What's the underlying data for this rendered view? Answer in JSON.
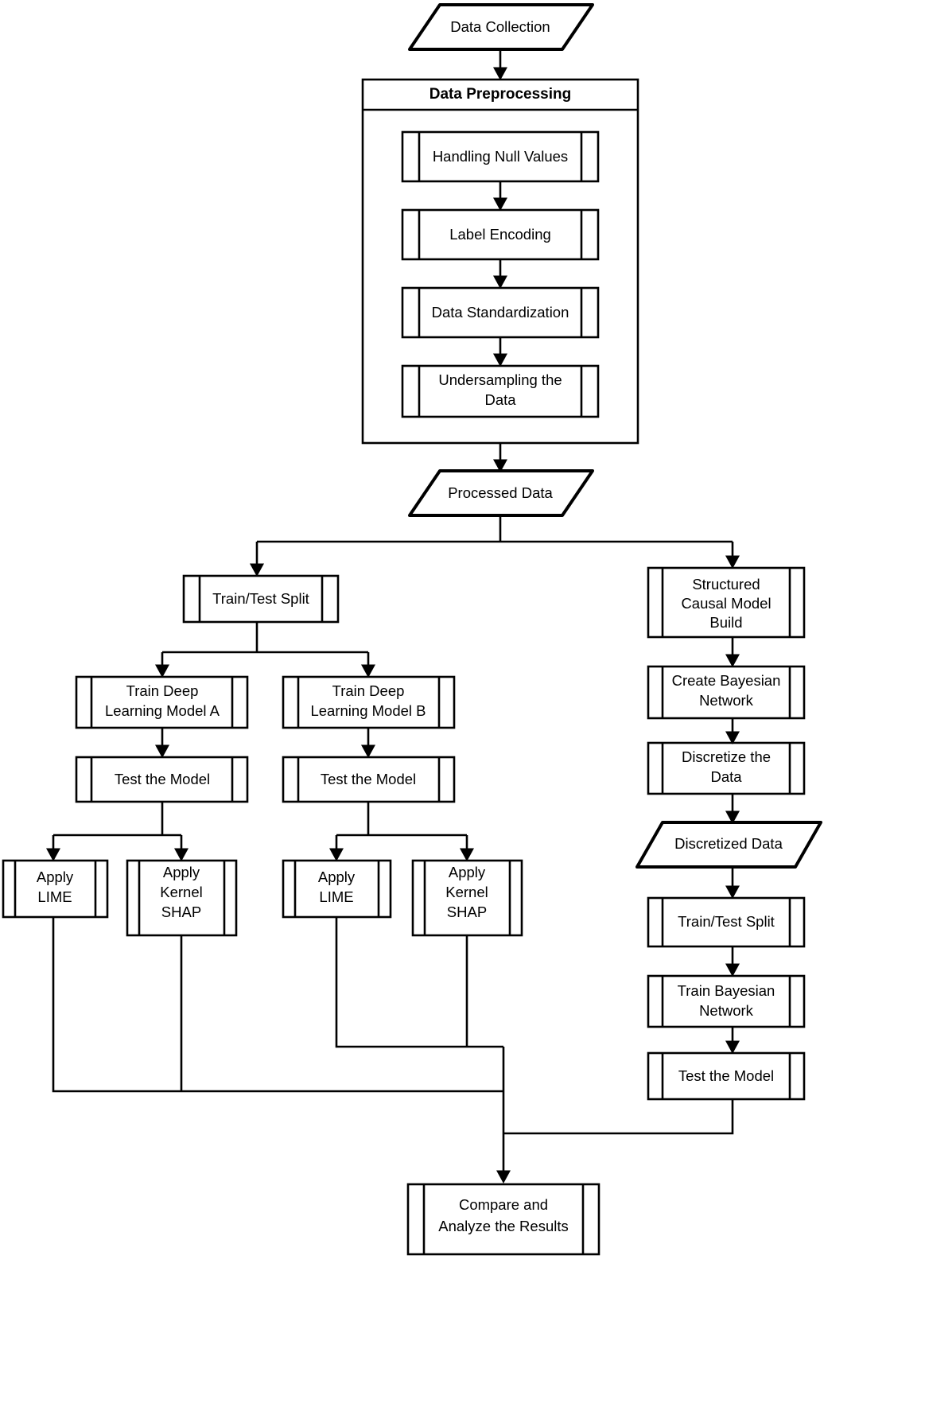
{
  "diagram": {
    "title_node": "Data Collection",
    "type": "flowchart",
    "orientation": "top-to-bottom",
    "background_color": "#ffffff",
    "line_color": "#000000",
    "text_color": "#000000"
  },
  "nodes": {
    "data_collection": {
      "label": "Data Collection",
      "shape": "parallelogram"
    },
    "data_preprocessing": {
      "label": "Data Preprocessing",
      "shape": "container"
    },
    "handling_null_values": {
      "label": "Handling Null Values",
      "shape": "predefined-process"
    },
    "label_encoding": {
      "label": "Label Encoding",
      "shape": "predefined-process"
    },
    "data_standardization": {
      "label": "Data Standardization",
      "shape": "predefined-process"
    },
    "undersampling_the_data": {
      "line1": "Undersampling the",
      "line2": "Data",
      "shape": "predefined-process"
    },
    "processed_data": {
      "label": "Processed Data",
      "shape": "parallelogram"
    },
    "train_test_split_left": {
      "label": "Train/Test Split",
      "shape": "predefined-process"
    },
    "train_model_a": {
      "line1": "Train Deep",
      "line2": "Learning Model A",
      "shape": "predefined-process"
    },
    "train_model_b": {
      "line1": "Train Deep",
      "line2": "Learning Model B",
      "shape": "predefined-process"
    },
    "test_the_model_a": {
      "label": "Test the Model",
      "shape": "predefined-process"
    },
    "test_the_model_b": {
      "label": "Test the Model",
      "shape": "predefined-process"
    },
    "apply_lime_a": {
      "line1": "Apply",
      "line2": "LIME",
      "shape": "predefined-process"
    },
    "apply_kernel_shap_a": {
      "line1": "Apply",
      "line2": "Kernel",
      "line3": "SHAP",
      "shape": "predefined-process"
    },
    "apply_lime_b": {
      "line1": "Apply",
      "line2": "LIME",
      "shape": "predefined-process"
    },
    "apply_kernel_shap_b": {
      "line1": "Apply",
      "line2": "Kernel",
      "line3": "SHAP",
      "shape": "predefined-process"
    },
    "structured_causal_model_build": {
      "line1": "Structured",
      "line2": "Causal Model",
      "line3": "Build",
      "shape": "predefined-process"
    },
    "create_bayesian_network": {
      "line1": "Create Bayesian",
      "line2": "Network",
      "shape": "predefined-process"
    },
    "discretize_the_data": {
      "line1": "Discretize the",
      "line2": "Data",
      "shape": "predefined-process"
    },
    "discretized_data": {
      "label": "Discretized Data",
      "shape": "parallelogram"
    },
    "train_test_split_right": {
      "label": "Train/Test Split",
      "shape": "predefined-process"
    },
    "train_bayesian_network": {
      "line1": "Train Bayesian",
      "line2": "Network",
      "shape": "predefined-process"
    },
    "test_the_model_bn": {
      "label": "Test the Model",
      "shape": "predefined-process"
    },
    "compare_and_analyze": {
      "line1": "Compare and",
      "line2": "Analyze the Results",
      "shape": "predefined-process"
    }
  },
  "edges": [
    {
      "from": "data_collection",
      "to": "data_preprocessing"
    },
    {
      "from": "handling_null_values",
      "to": "label_encoding"
    },
    {
      "from": "label_encoding",
      "to": "data_standardization"
    },
    {
      "from": "data_standardization",
      "to": "undersampling_the_data"
    },
    {
      "from": "data_preprocessing",
      "to": "processed_data"
    },
    {
      "from": "processed_data",
      "to": "train_test_split_left"
    },
    {
      "from": "processed_data",
      "to": "structured_causal_model_build"
    },
    {
      "from": "train_test_split_left",
      "to": "train_model_a"
    },
    {
      "from": "train_test_split_left",
      "to": "train_model_b"
    },
    {
      "from": "train_model_a",
      "to": "test_the_model_a"
    },
    {
      "from": "train_model_b",
      "to": "test_the_model_b"
    },
    {
      "from": "test_the_model_a",
      "to": "apply_lime_a"
    },
    {
      "from": "test_the_model_a",
      "to": "apply_kernel_shap_a"
    },
    {
      "from": "test_the_model_b",
      "to": "apply_lime_b"
    },
    {
      "from": "test_the_model_b",
      "to": "apply_kernel_shap_b"
    },
    {
      "from": "structured_causal_model_build",
      "to": "create_bayesian_network"
    },
    {
      "from": "create_bayesian_network",
      "to": "discretize_the_data"
    },
    {
      "from": "discretize_the_data",
      "to": "discretized_data"
    },
    {
      "from": "discretized_data",
      "to": "train_test_split_right"
    },
    {
      "from": "train_test_split_right",
      "to": "train_bayesian_network"
    },
    {
      "from": "train_bayesian_network",
      "to": "test_the_model_bn"
    },
    {
      "from": "apply_lime_a",
      "to": "compare_and_analyze"
    },
    {
      "from": "apply_kernel_shap_a",
      "to": "compare_and_analyze"
    },
    {
      "from": "apply_lime_b",
      "to": "compare_and_analyze"
    },
    {
      "from": "apply_kernel_shap_b",
      "to": "compare_and_analyze"
    },
    {
      "from": "test_the_model_bn",
      "to": "compare_and_analyze"
    }
  ]
}
